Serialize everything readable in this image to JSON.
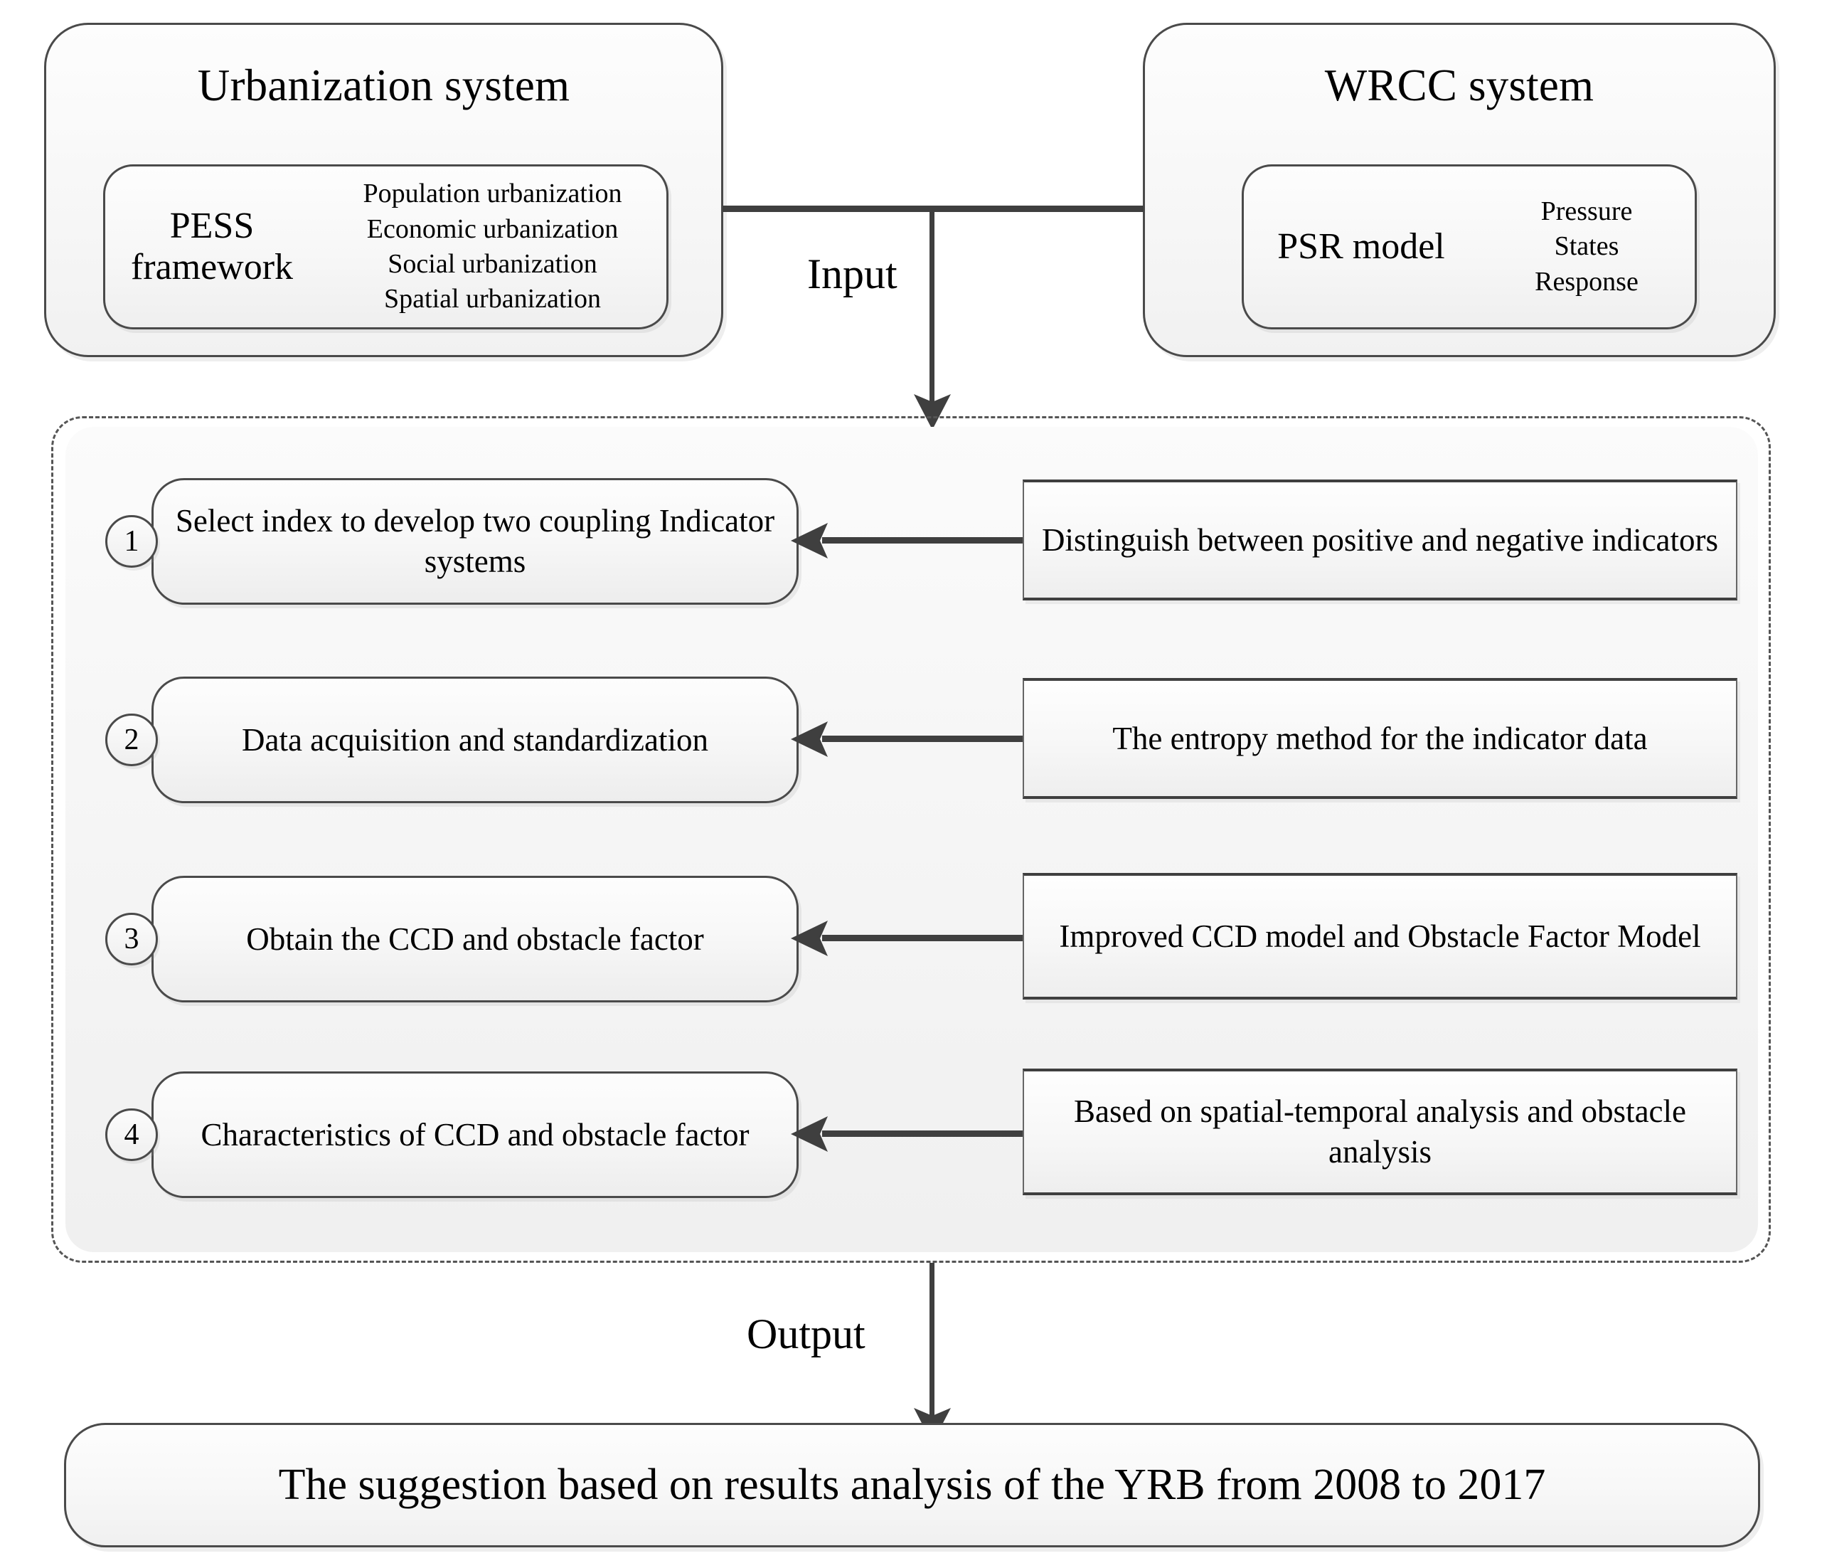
{
  "diagram": {
    "title": "Research framework flowchart",
    "colors": {
      "stroke": "#4a4a4a",
      "connector": "#3f3f3f",
      "fill_light": "#fdfdfd",
      "fill_dark": "#eeeeee",
      "background": "#ffffff"
    }
  },
  "top": {
    "urbanization": {
      "title": "Urbanization system",
      "framework_label": "PESS\nframework",
      "framework_label_line1": "PESS",
      "framework_label_line2": "framework",
      "items": [
        "Population urbanization",
        "Economic urbanization",
        "Social urbanization",
        "Spatial urbanization"
      ]
    },
    "wrcc": {
      "title": "WRCC system",
      "model_label": "PSR model",
      "items": [
        "Pressure",
        "States",
        "Response"
      ]
    }
  },
  "flow": {
    "input_label": "Input",
    "output_label": "Output"
  },
  "process": {
    "steps": [
      {
        "number": "1",
        "label": "Select index to develop  two coupling Indicator systems",
        "method": "Distinguish between positive and negative indicators"
      },
      {
        "number": "2",
        "label": "Data acquisition and standardization",
        "method": "The entropy method for the indicator data"
      },
      {
        "number": "3",
        "label": "Obtain the CCD and obstacle factor",
        "method": "Improved CCD model and Obstacle Factor Model"
      },
      {
        "number": "4",
        "label": "Characteristics of CCD and obstacle factor",
        "method": "Based on spatial-temporal analysis and obstacle analysis"
      }
    ]
  },
  "result": {
    "text": "The suggestion based on results analysis of the YRB  from 2008 to 2017"
  }
}
